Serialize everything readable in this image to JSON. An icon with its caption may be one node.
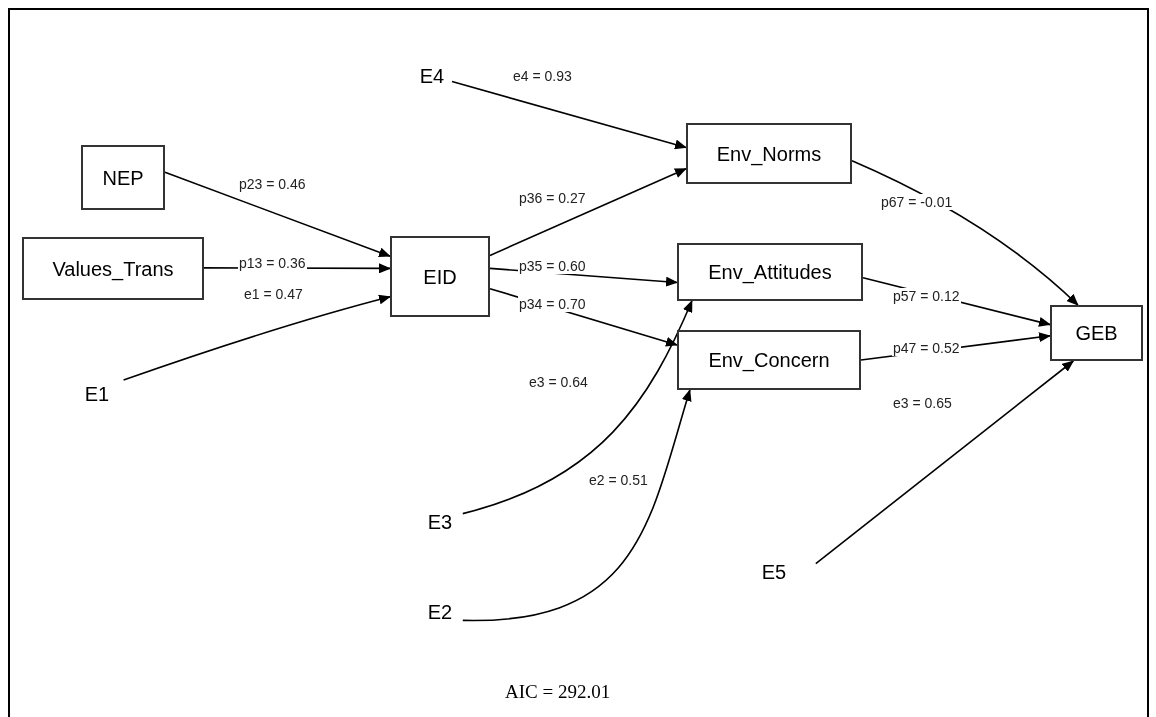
{
  "diagram": {
    "nodes": [
      {
        "text": [
          "E4"
        ]
      },
      {
        "text": [
          "NEP"
        ]
      },
      {
        "text": [
          "Values_Trans"
        ]
      },
      {
        "text": [
          "EID"
        ]
      },
      {
        "text": [
          "Env_Norms"
        ]
      },
      {
        "text": [
          "Env_Attitudes"
        ]
      },
      {
        "text": [
          "Env_Concern"
        ]
      },
      {
        "text": [
          "GEB"
        ]
      },
      {
        "text": [
          "E1"
        ]
      },
      {
        "text": [
          "E3"
        ]
      },
      {
        "text": [
          "E5"
        ]
      },
      {
        "text": [
          "E2"
        ]
      }
    ],
    "edges": [
      {
        "from": 1,
        "to": 3,
        "arrow": "to",
        "label": "p23 = 0.46"
      },
      {
        "from": 2,
        "to": 3,
        "arrow": "to",
        "label": "p13 = 0.36"
      },
      {
        "from": 8,
        "to": 3,
        "arrow": "to",
        "label": "e1 = 0.47"
      },
      {
        "from": 3,
        "to": 4,
        "arrow": "to",
        "label": "p36 = 0.27"
      },
      {
        "from": 3,
        "to": 5,
        "arrow": "to",
        "label": "p35 = 0.60"
      },
      {
        "from": 3,
        "to": 6,
        "arrow": "to",
        "label": "p34 = 0.70"
      },
      {
        "from": 0,
        "to": 4,
        "arrow": "to",
        "label": "e4 = 0.93"
      },
      {
        "from": 9,
        "to": 5,
        "arrow": "to",
        "label": "e3 = 0.64"
      },
      {
        "from": 11,
        "to": 6,
        "arrow": "to",
        "label": "e2 = 0.51"
      },
      {
        "from": 4,
        "to": 7,
        "arrow": "to",
        "label": "p67 = -0.01"
      },
      {
        "from": 5,
        "to": 7,
        "arrow": "to",
        "label": "p57 = 0.12"
      },
      {
        "from": 6,
        "to": 7,
        "arrow": "to",
        "label": "p47 = 0.52"
      },
      {
        "from": 10,
        "to": 7,
        "arrow": "to",
        "label": "e3 = 0.65"
      }
    ],
    "labels": [
      "AIC = 292.01"
    ]
  }
}
